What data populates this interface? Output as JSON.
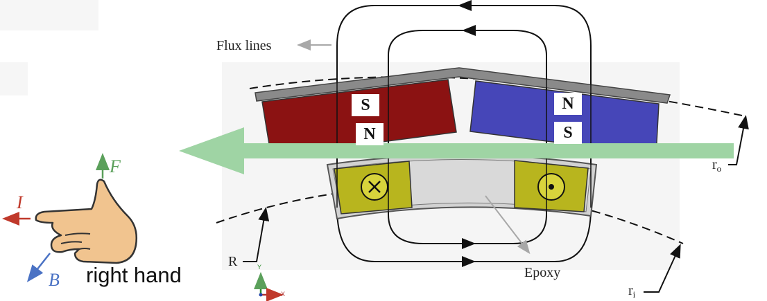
{
  "labels": {
    "flux_lines": "Flux lines",
    "epoxy": "Epoxy",
    "r_outer": "r",
    "r_outer_sub": "o",
    "r_inner": "r",
    "r_inner_sub": "i",
    "radius": "R",
    "axis_y": "Y",
    "axis_x": "X"
  },
  "magnets": {
    "left_top": "S",
    "left_bottom": "N",
    "right_top": "N",
    "right_bottom": "S"
  },
  "hand": {
    "force": "F",
    "current": "I",
    "field": "B",
    "caption": "right hand"
  },
  "colors": {
    "left_magnet": "#8b1212",
    "right_magnet": "#4646b8",
    "backiron": "#8a8a8a",
    "coil": "#b8b51e",
    "epoxy_region": "#d2d2d2",
    "force_arrow": "#9fd4a4",
    "force_label": "#5ba05b",
    "current_label": "#c0392b",
    "field_label": "#4a72c4",
    "skin": "#f1c48f"
  }
}
